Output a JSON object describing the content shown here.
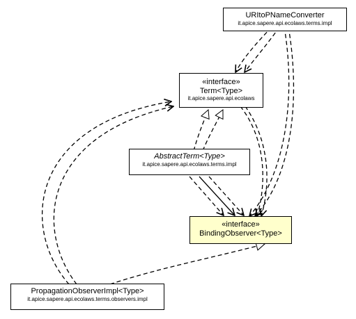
{
  "nodes": {
    "uri_converter": {
      "name": "URItoPNameConverter",
      "package": "it.apice.sapere.api.ecolaws.terms.impl"
    },
    "term": {
      "stereotype": "«interface»",
      "name": "Term<Type>",
      "package": "it.apice.sapere.api.ecolaws"
    },
    "abstract_term": {
      "name": "AbstractTerm<Type>",
      "package": "it.apice.sapere.api.ecolaws.terms.impl"
    },
    "binding_observer": {
      "stereotype": "«interface»",
      "name": "BindingObserver<Type>"
    },
    "propagation_observer": {
      "name": "PropagationObserverImpl<Type>",
      "package": "it.apice.sapere.api.ecolaws.terms.observers.impl"
    }
  },
  "colors": {
    "stroke": "#000000",
    "highlight_fill": "#ffffcc"
  }
}
